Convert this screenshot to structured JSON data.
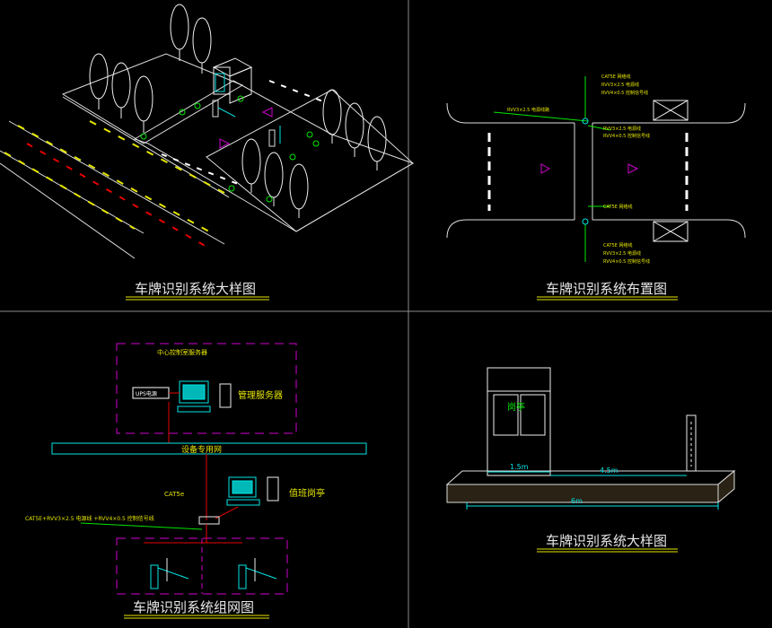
{
  "titles": {
    "q1": "车牌识别系统大样图",
    "q2": "车牌识别系统布置图",
    "q3": "车牌识别系统组网图",
    "q4": "车牌识别系统大样图"
  },
  "network": {
    "center_room": "中心控制室服务器",
    "ups": "UPS电源",
    "server": "管理服务器",
    "lan": "设备专用网",
    "cat5e": "CAT5e",
    "duty_booth": "值班岗亭",
    "cable_spec": "CAT5E+RVV3×2.5 电源线 +RVV4×0.5 控制信号线"
  },
  "booth": {
    "label": "岗亭",
    "dim1": "1.5m",
    "dim2": "4.5m",
    "dim3": "6m"
  },
  "layout": {
    "lbl_top": [
      "CAT5E 网络线",
      "RVV3×2.5 电源线",
      "RVV4×0.5 控制信号线"
    ],
    "lbl_mid": [
      "RVV3×2.5 电源线",
      "RVV4×0.5 控制信号线",
      "CAT5E 网络线"
    ],
    "lbl_bot": [
      "CAT5E 网络线",
      "RVV3×2.5 电源线",
      "RVV4×0.5 控制信号线"
    ],
    "lbl_left": "RVV3×2.5 电源线路"
  },
  "colors": {
    "title_underline": "#e6e600",
    "frame": "#e6e6e6",
    "magenta": "#d000d0",
    "cyan": "#00e6e6",
    "green": "#00e600",
    "red": "#e60000"
  }
}
